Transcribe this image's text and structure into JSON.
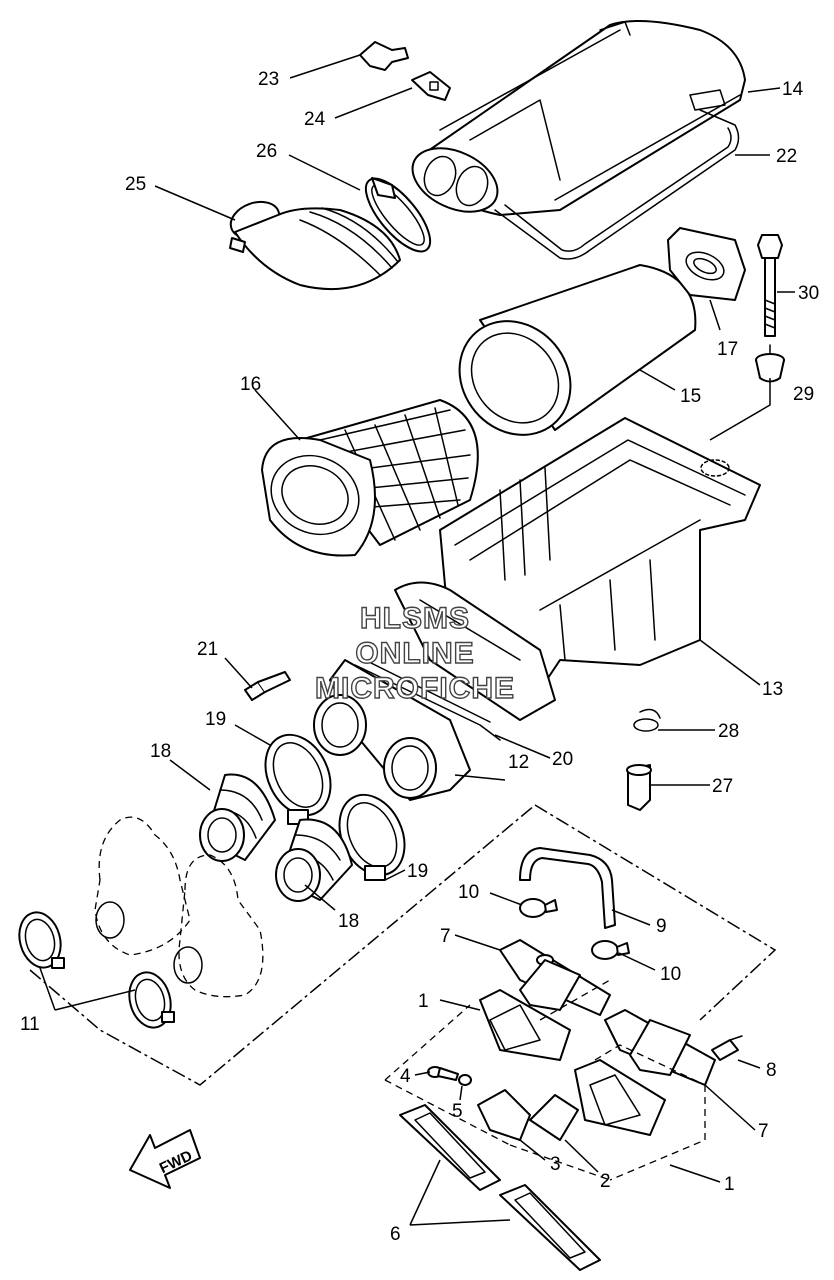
{
  "diagram": {
    "watermark": [
      "HLSMS",
      "ONLINE",
      "MICROFICHE"
    ],
    "fwd_label": "FWD",
    "callouts": {
      "c23": "23",
      "c24": "24",
      "c14": "14",
      "c26": "26",
      "c22": "22",
      "c25": "25",
      "c30": "30",
      "c17": "17",
      "c16": "16",
      "c15": "15",
      "c29": "29",
      "c13": "13",
      "c21": "21",
      "c19a": "19",
      "c20": "20",
      "c18a": "18",
      "c12": "12",
      "c28": "28",
      "c27": "27",
      "c19b": "19",
      "c18b": "18",
      "c10a": "10",
      "c9": "9",
      "c7a": "7",
      "c10b": "10",
      "c11": "11",
      "c1a": "1",
      "c8": "8",
      "c4": "4",
      "c5": "5",
      "c7b": "7",
      "c3": "3",
      "c2": "2",
      "c1b": "1",
      "c6": "6"
    }
  }
}
